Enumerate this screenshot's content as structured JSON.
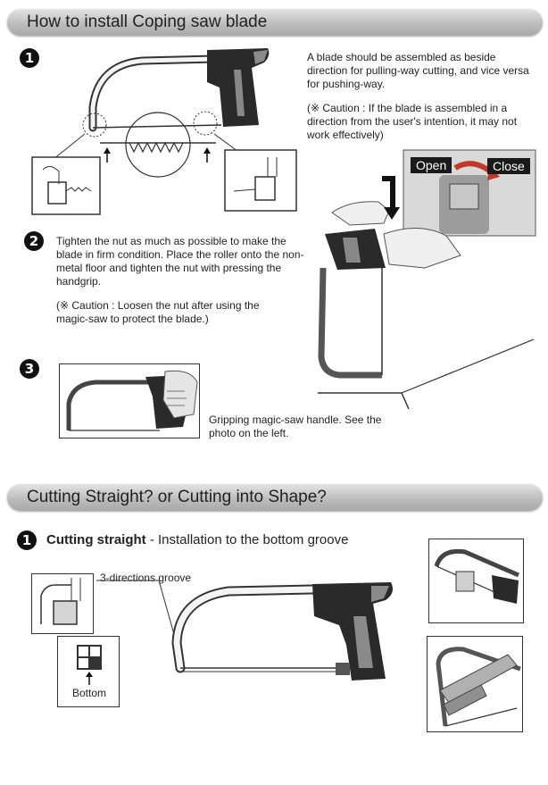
{
  "section1": {
    "title": "How to install Coping saw blade",
    "step1": {
      "number": "1",
      "text": "A blade should be assembled as beside direction for pulling-way cutting, and vice versa for pushing-way.",
      "caution": "(※ Caution : If the blade is assembled in a direction from the user's intention, it may not work effectively)"
    },
    "open_label": "Open",
    "close_label": "Close",
    "step2": {
      "number": "2",
      "text": "Tighten the nut as much as possible to make the blade in firm condition. Place the roller onto the non-metal floor and tighten the nut with pressing the handgrip.",
      "caution": "(※ Caution : Loosen the nut after using the magic-saw  to protect the blade.)"
    },
    "step3": {
      "number": "3",
      "text": "Gripping magic-saw handle. See the photo on the left."
    }
  },
  "section2": {
    "title": "Cutting Straight? or Cutting into Shape?",
    "step1": {
      "number": "1",
      "heading_bold": "Cutting straight",
      "heading_rest": " - Installation to the bottom groove"
    },
    "groove_label": "3-directions groove",
    "bottom_label": "Bottom"
  },
  "colors": {
    "banner": "#bdbdbd",
    "handle_dark": "#2a2a2a",
    "handle_grey": "#8a8a8a",
    "arrow_red": "#c0392b"
  }
}
